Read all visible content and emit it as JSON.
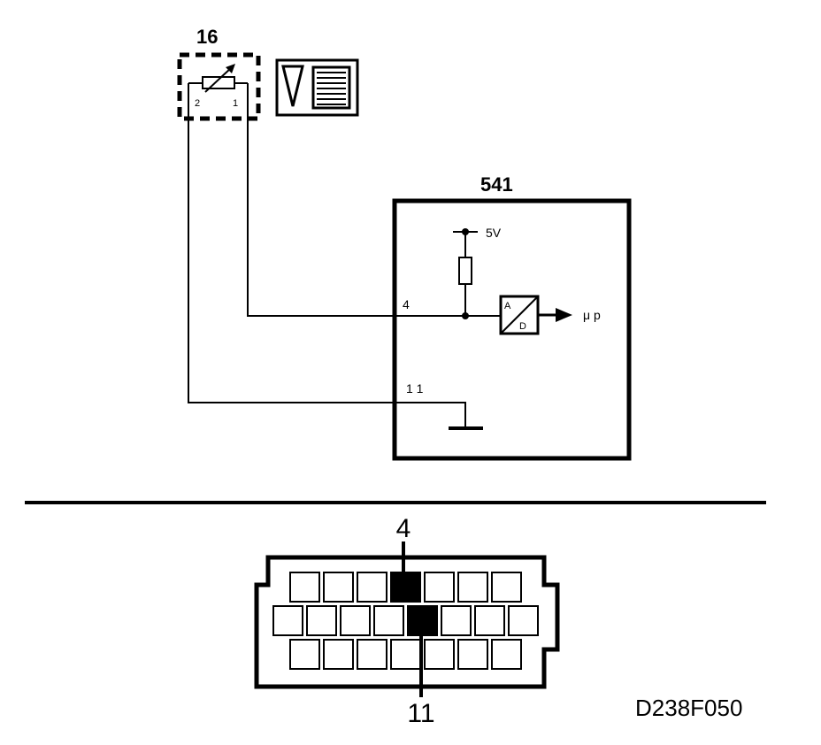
{
  "diagram": {
    "sensor_id": "16",
    "sensor_pin_left": "2",
    "sensor_pin_right": "1",
    "module_id": "541",
    "supply_label": "5V",
    "module_pin_signal": "4",
    "module_pin_ground": "1 1",
    "adc_label_a": "A",
    "adc_label_d": "D",
    "output_label": "μ p",
    "connector_pin_top": "4",
    "connector_pin_bottom": "11",
    "reference_code": "D238F050"
  }
}
